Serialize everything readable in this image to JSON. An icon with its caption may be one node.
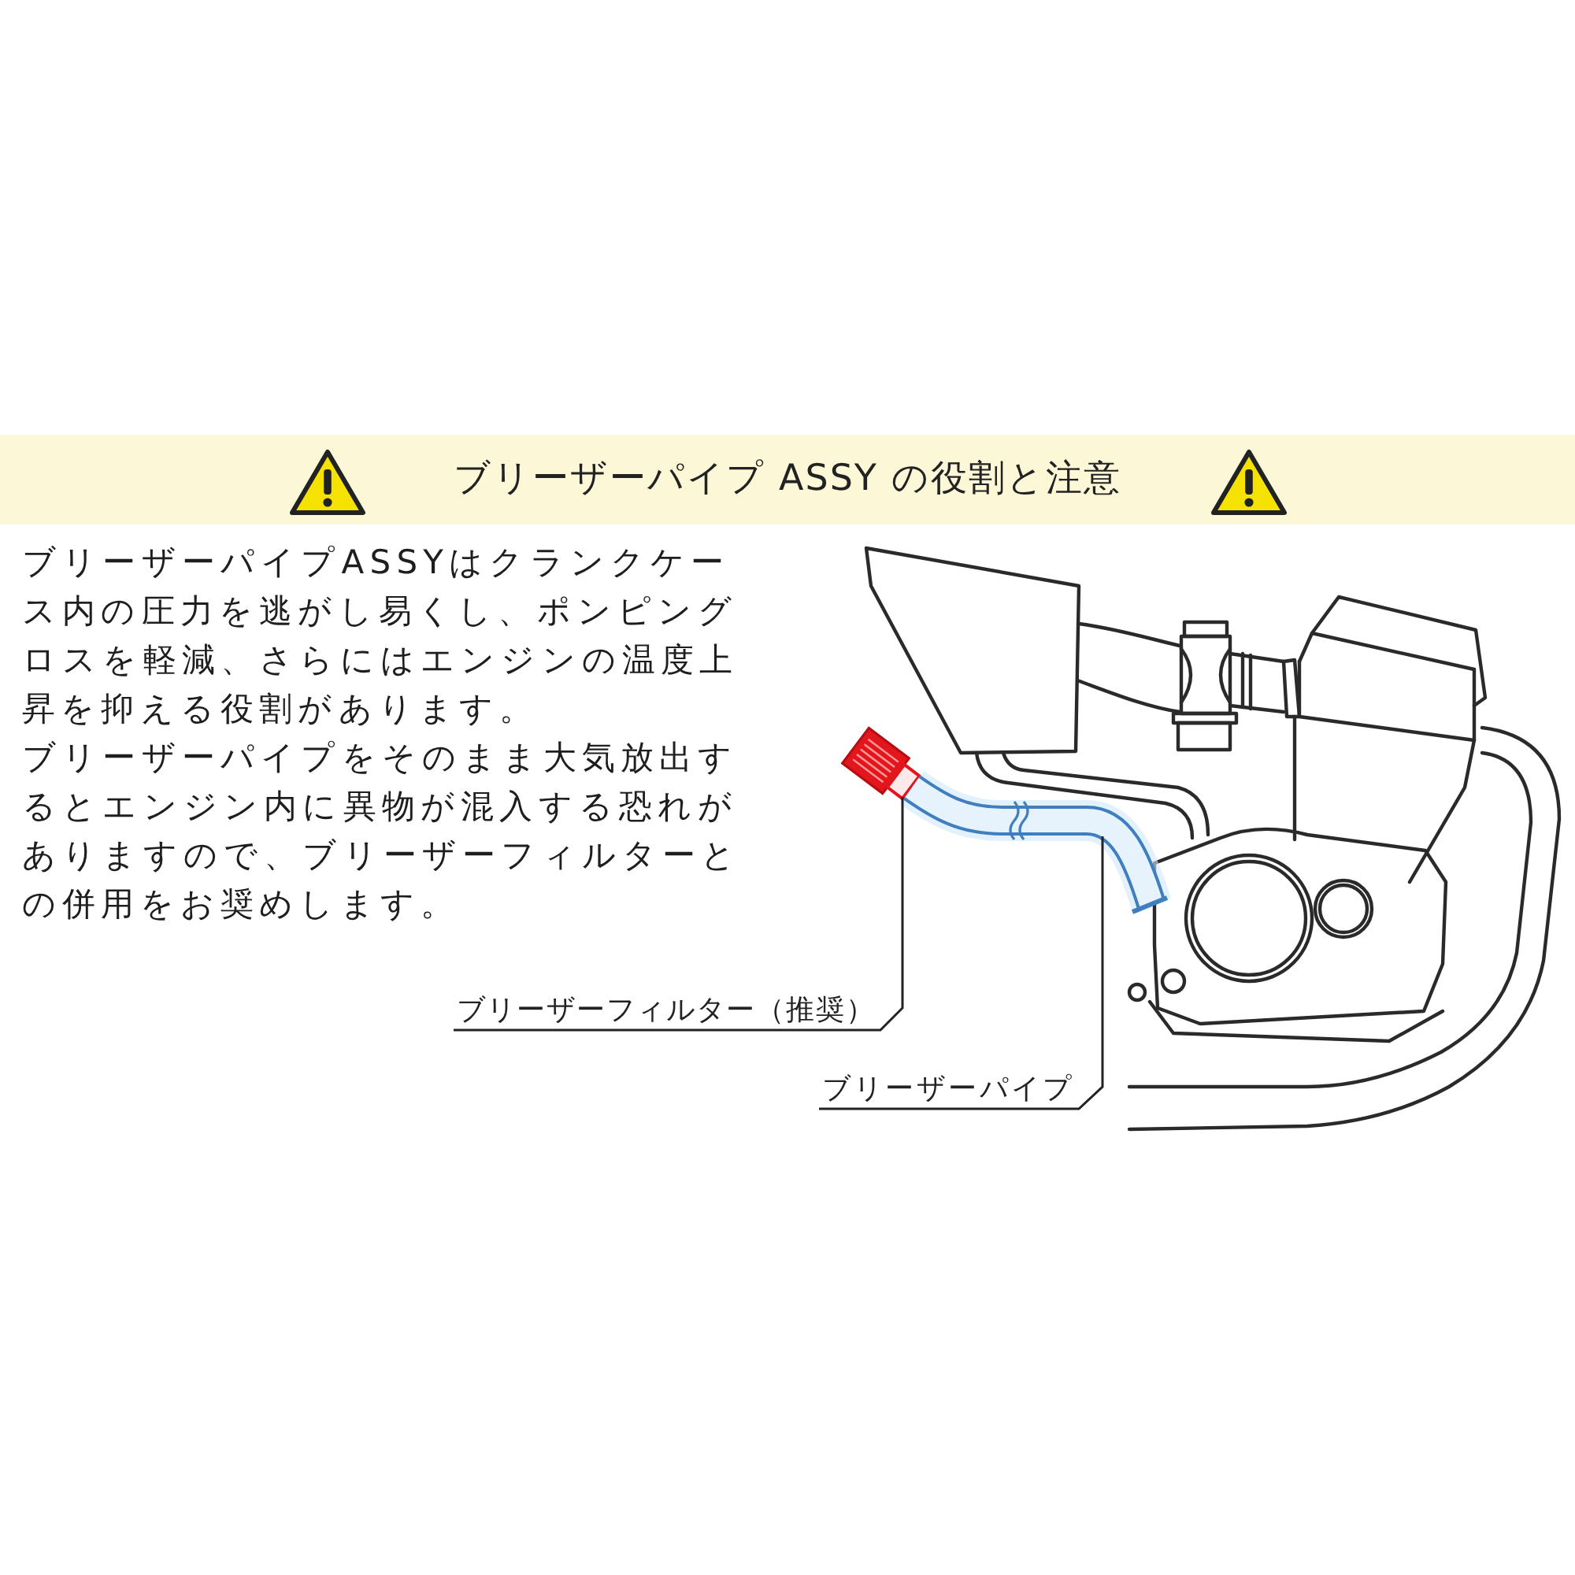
{
  "diagram": {
    "title": "ブリーザーパイプ ASSY の役割と注意",
    "nodes": [
      {
        "text": [
          "ブリーザーフィルター（推奨）"
        ]
      },
      {
        "text": [],
        "shape": "picture"
      },
      {
        "text": [
          "ブリーザーパイプ"
        ]
      },
      {
        "text": [],
        "shape": "picture"
      }
    ],
    "edges": [
      {
        "from": 0,
        "to": 1,
        "arrow": "none"
      },
      {
        "from": 2,
        "to": 3,
        "arrow": "none"
      }
    ],
    "labels": [
      "ブリーザーパイプASSYはクランクケース内の圧力を逃がし易くし、ポンピングロスを軽減、さらにはエンジンの温度上昇を抑える役割があります。",
      "ブリーザーパイプをそのまま大気放出するとエンジン内に異物が混入する恐れがありますので、ブリーザーフィルターとの併用をお奨めします。"
    ]
  }
}
